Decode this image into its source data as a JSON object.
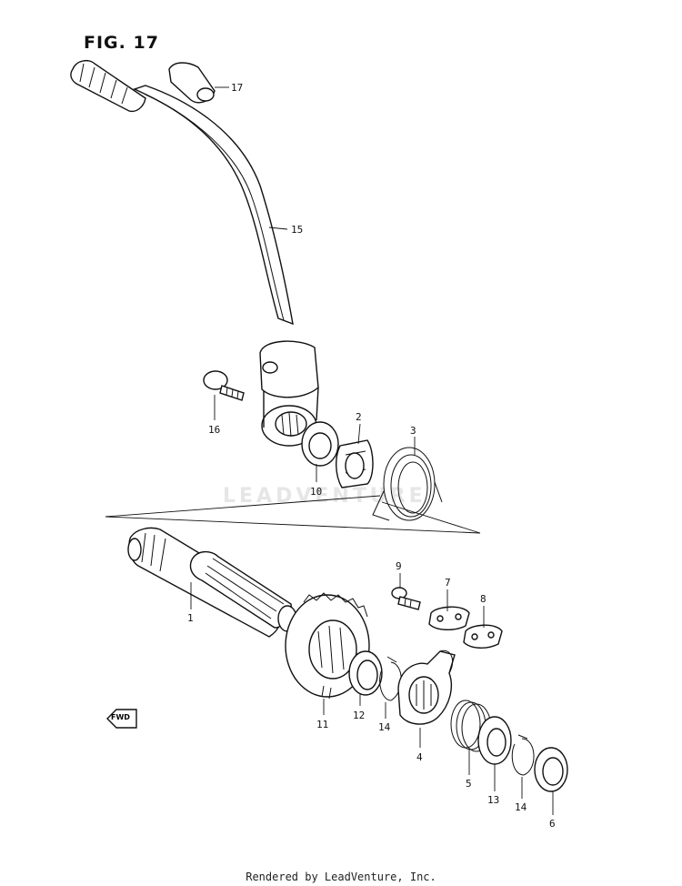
{
  "figure": {
    "title": "FIG. 17"
  },
  "watermark": "LEADVENTURE",
  "fwd_arrow_label": "FWD",
  "footer": "Rendered by LeadVenture, Inc.",
  "callouts": [
    {
      "id": "p17",
      "label": "17",
      "part": "grip-cover"
    },
    {
      "id": "p15",
      "label": "15",
      "part": "kick-starter-lever"
    },
    {
      "id": "p16",
      "label": "16",
      "part": "lever-bolt"
    },
    {
      "id": "p2",
      "label": "2",
      "part": "spring-guide"
    },
    {
      "id": "p3",
      "label": "3",
      "part": "return-spring"
    },
    {
      "id": "p10",
      "label": "10",
      "part": "oil-seal"
    },
    {
      "id": "p1",
      "label": "1",
      "part": "kick-starter-shaft"
    },
    {
      "id": "p9",
      "label": "9",
      "part": "screw"
    },
    {
      "id": "p7",
      "label": "7",
      "part": "guide-plate"
    },
    {
      "id": "p8",
      "label": "8",
      "part": "stopper-plate"
    },
    {
      "id": "p11",
      "label": "11",
      "part": "kick-gear"
    },
    {
      "id": "p12",
      "label": "12",
      "part": "washer"
    },
    {
      "id": "p14a",
      "label": "14",
      "part": "circlip"
    },
    {
      "id": "p4",
      "label": "4",
      "part": "ratchet"
    },
    {
      "id": "p5",
      "label": "5",
      "part": "ratchet-spring"
    },
    {
      "id": "p13",
      "label": "13",
      "part": "washer-outer"
    },
    {
      "id": "p14b",
      "label": "14",
      "part": "circlip-outer"
    },
    {
      "id": "p6",
      "label": "6",
      "part": "thrust-washer"
    }
  ]
}
